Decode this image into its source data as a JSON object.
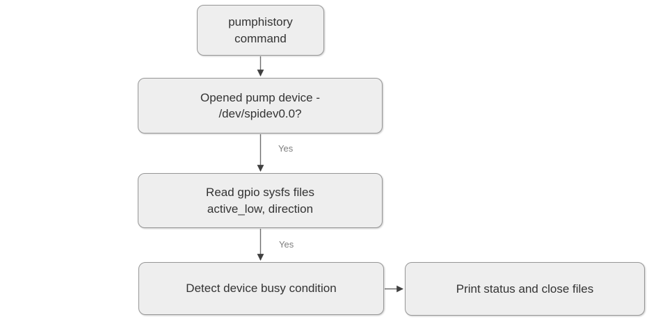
{
  "diagram": {
    "type": "flowchart",
    "nodes": [
      {
        "id": "pumphistory-command",
        "label": "pumphistory\ncommand"
      },
      {
        "id": "opened-pump-device",
        "label": "Opened pump device -\n/dev/spidev0.0?"
      },
      {
        "id": "read-gpio-sysfs-files",
        "label": "Read gpio sysfs files\nactive_low, direction"
      },
      {
        "id": "detect-device-busy",
        "label": "Detect device busy condition"
      },
      {
        "id": "print-status-close",
        "label": "Print status and close files"
      }
    ],
    "edges": [
      {
        "from": "pumphistory-command",
        "to": "opened-pump-device",
        "label": ""
      },
      {
        "from": "opened-pump-device",
        "to": "read-gpio-sysfs-files",
        "label": "Yes"
      },
      {
        "from": "read-gpio-sysfs-files",
        "to": "detect-device-busy",
        "label": "Yes"
      },
      {
        "from": "detect-device-busy",
        "to": "print-status-close",
        "label": ""
      }
    ],
    "colors": {
      "background": "#ffffff",
      "node_fill": "#eeeeee",
      "node_border": "#979797",
      "node_text": "#333333",
      "edge_line": "#6e6e6e",
      "arrowhead": "#404040",
      "edge_label_text": "#7d7d7d"
    }
  }
}
